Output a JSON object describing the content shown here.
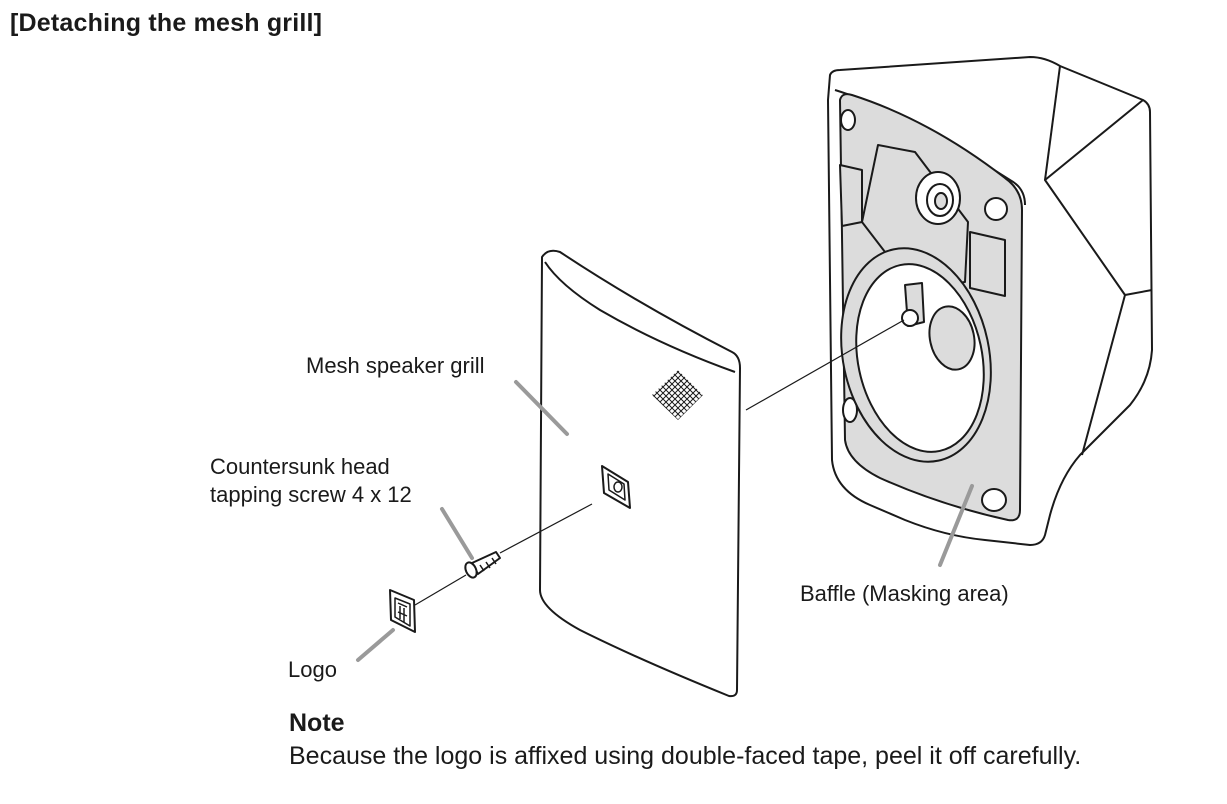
{
  "title": "[Detaching the mesh grill]",
  "labels": {
    "mesh_grill": "Mesh speaker grill",
    "screw_line1": "Countersunk head",
    "screw_line2": "tapping screw 4 x 12",
    "baffle": "Baffle (Masking area)",
    "logo": "Logo"
  },
  "note": {
    "heading": "Note",
    "text": "Because the logo is affixed using double-faced tape, peel it off carefully."
  },
  "colors": {
    "line": "#1a1a1a",
    "leader": "#9a9a9a",
    "baffle_fill": "#dcdcdc"
  }
}
